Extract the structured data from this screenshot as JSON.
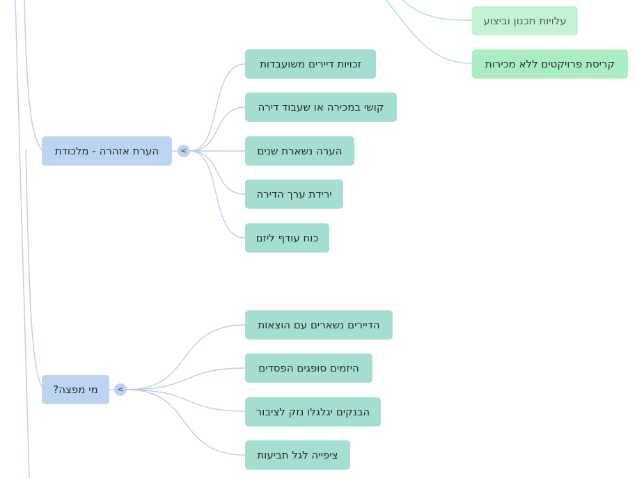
{
  "top_branch": {
    "children": [
      "עלויות תכנון וביצוע",
      "קריסת פרויקטים ללא מכירות"
    ]
  },
  "warning_branch": {
    "label": "הערת אזהרה - מלכודת",
    "toggle": "<",
    "children": [
      "זכויות דיירים משועבדות",
      "קושי במכירה או שעבוד דירה",
      "הערה נשארת שנים",
      "ירידת ערך הדירה",
      "כוח עודף ליזם"
    ]
  },
  "compensation_branch": {
    "label": "מי מפצה?",
    "toggle": "<",
    "children": [
      "הדיירים נשארים עם הוצאות",
      "היזמים סופגים הפסדים",
      "הבנקים יגלגלו נזק לציבור",
      "ציפייה לגל תביעות"
    ]
  },
  "colors": {
    "parent_node": "#bcd4f2",
    "leaf_node": "#a4ddd1",
    "green_node": "#a9eec0",
    "edge_blue": "#b9cdef",
    "edge_green": "#a8e2c2",
    "trunk": "#c7c4f2"
  }
}
